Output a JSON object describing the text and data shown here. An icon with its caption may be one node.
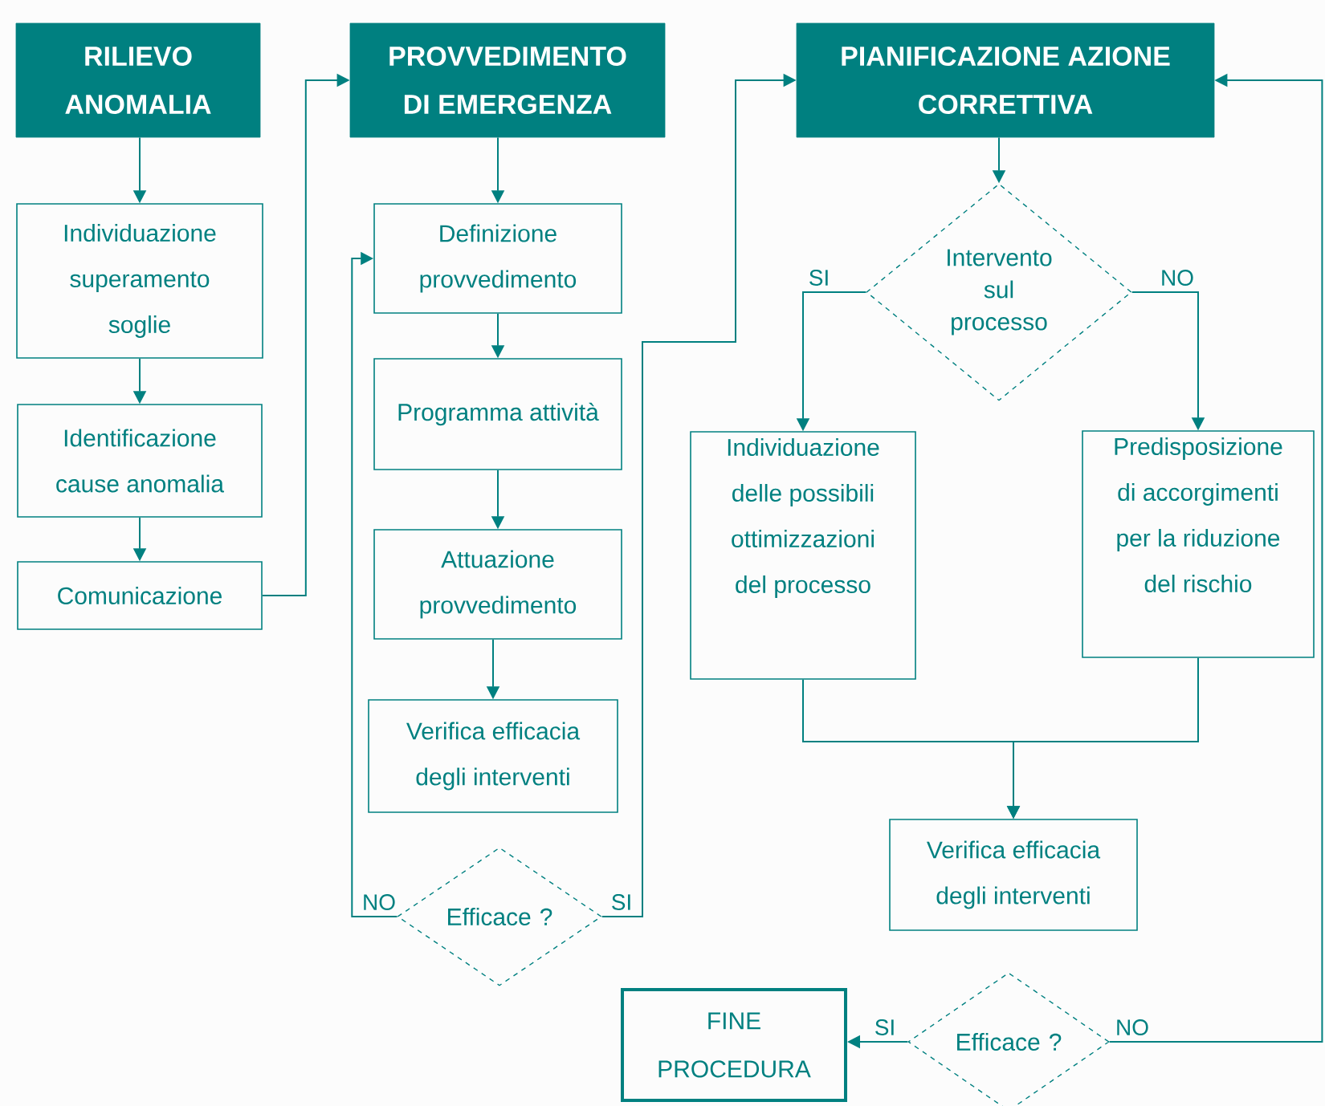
{
  "diagram": {
    "nodes": [
      {
        "text": [
          "RILIEVO ANOMALIA"
        ]
      },
      {
        "text": [
          "Individuazione superamento soglie"
        ]
      },
      {
        "text": [
          "Identificazione cause anomalia"
        ]
      },
      {
        "text": [
          "Comunicazione"
        ]
      },
      {
        "text": [
          "PROVVEDIMENTO DI EMERGENZA"
        ]
      },
      {
        "text": [
          "Definizione provvedimento"
        ]
      },
      {
        "text": [
          "Programma attività"
        ]
      },
      {
        "text": [
          "Attuazione provvedimento"
        ]
      },
      {
        "text": [
          "Verifica efficacia degli interventi"
        ]
      },
      {
        "text": [
          "Efficace ?"
        ]
      },
      {
        "text": [
          "PIANIFICAZIONE AZIONE CORRETTIVA"
        ]
      },
      {
        "text": [
          "Intervento sul processo"
        ]
      },
      {
        "text": [
          "Individuazione delle possibili ottimizzazioni del processo"
        ]
      },
      {
        "text": [
          "Predisposizione di accorgimenti per la riduzione del rischio"
        ]
      },
      {
        "text": [
          "Verifica efficacia degli interventi"
        ]
      },
      {
        "text": [
          "Efficace ?"
        ]
      },
      {
        "text": [
          "FINE PROCEDURA"
        ]
      }
    ],
    "edges": [
      {
        "from": 0,
        "to": 1,
        "arrow": "to"
      },
      {
        "from": 1,
        "to": 2,
        "arrow": "to"
      },
      {
        "from": 2,
        "to": 3,
        "arrow": "to"
      },
      {
        "from": 3,
        "to": 4,
        "arrow": "to"
      },
      {
        "from": 4,
        "to": 5,
        "arrow": "to"
      },
      {
        "from": 5,
        "to": 6,
        "arrow": "to"
      },
      {
        "from": 6,
        "to": 7,
        "arrow": "to"
      },
      {
        "from": 7,
        "to": 8,
        "arrow": "to"
      },
      {
        "from": 9,
        "to": 5,
        "arrow": "to",
        "label": "NO"
      },
      {
        "from": 9,
        "to": 10,
        "arrow": "to",
        "label": "SI"
      },
      {
        "from": 10,
        "to": 11,
        "arrow": "to"
      },
      {
        "from": 11,
        "to": 12,
        "arrow": "to",
        "label": "SI"
      },
      {
        "from": 11,
        "to": 13,
        "arrow": "to",
        "label": "NO"
      },
      {
        "from": 12,
        "to": 14,
        "arrow": "to"
      },
      {
        "from": 13,
        "to": 14,
        "arrow": "to"
      },
      {
        "from": 15,
        "to": 16,
        "arrow": "to",
        "label": "SI"
      },
      {
        "from": 15,
        "to": 10,
        "arrow": "to",
        "label": "NO"
      }
    ]
  }
}
